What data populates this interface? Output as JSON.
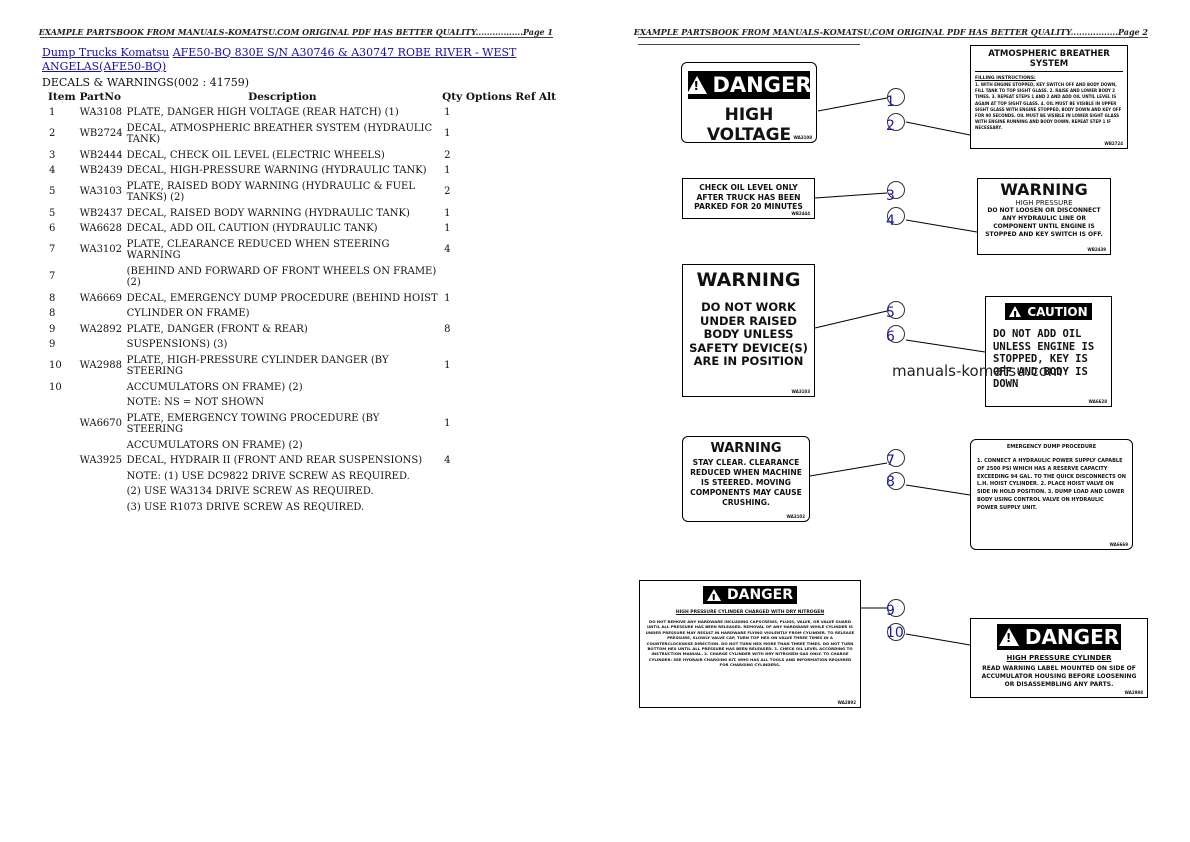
{
  "headers": {
    "page1": "EXAMPLE PARTSBOOK FROM MANUALS-KOMATSU.COM ORIGINAL PDF HAS BETTER QUALITY.................Page 1",
    "page2": "EXAMPLE PARTSBOOK FROM MANUALS-KOMATSU.COM ORIGINAL PDF HAS BETTER QUALITY.................Page 2"
  },
  "breadcrumb": {
    "link1": "Dump Trucks Komatsu",
    "link2": "AFE50-BQ 830E S/N A30746 & A30747 ROBE RIVER - WEST ANGELAS(AFE50-BQ)"
  },
  "subtitle": "DECALS & WARNINGS(002 : 41759)",
  "table": {
    "headers": {
      "item": "Item",
      "part": "PartNo",
      "desc": "Description",
      "qty": "Qty",
      "opt": "Options",
      "ref": "Ref",
      "alt": "Alt"
    },
    "rows": [
      {
        "item": "1",
        "part": "WA3108",
        "desc": "PLATE, DANGER HIGH VOLTAGE (REAR HATCH) (1)",
        "qty": "1"
      },
      {
        "item": "2",
        "part": "WB2724",
        "desc": "DECAL, ATMOSPHERIC BREATHER SYSTEM (HYDRAULIC TANK)",
        "qty": "1"
      },
      {
        "item": "3",
        "part": "WB2444",
        "desc": "DECAL, CHECK OIL LEVEL (ELECTRIC WHEELS)",
        "qty": "2"
      },
      {
        "item": "4",
        "part": "WB2439",
        "desc": "DECAL, HIGH-PRESSURE WARNING (HYDRAULIC TANK)",
        "qty": "1"
      },
      {
        "item": "5",
        "part": "WA3103",
        "desc": "PLATE, RAISED BODY WARNING (HYDRAULIC & FUEL TANKS) (2)",
        "qty": "2"
      },
      {
        "item": "5",
        "part": "WB2437",
        "desc": "DECAL, RAISED BODY WARNING (HYDRAULIC TANK)",
        "qty": "1"
      },
      {
        "item": "6",
        "part": "WA6628",
        "desc": "DECAL, ADD OIL CAUTION (HYDRAULIC TANK)",
        "qty": "1"
      },
      {
        "item": "7",
        "part": "WA3102",
        "desc": "PLATE, CLEARANCE REDUCED WHEN STEERING WARNING",
        "qty": "4"
      },
      {
        "item": "7",
        "part": "",
        "desc": "(BEHIND AND FORWARD OF FRONT WHEELS ON FRAME) (2)",
        "qty": ""
      },
      {
        "item": "8",
        "part": "WA6669",
        "desc": "DECAL, EMERGENCY DUMP PROCEDURE (BEHIND HOIST",
        "qty": "1"
      },
      {
        "item": "8",
        "part": "",
        "desc": "CYLINDER ON FRAME)",
        "qty": ""
      },
      {
        "item": "9",
        "part": "WA2892",
        "desc": "PLATE, DANGER (FRONT & REAR)",
        "qty": "8"
      },
      {
        "item": "9",
        "part": "",
        "desc": "SUSPENSIONS) (3)",
        "qty": ""
      },
      {
        "item": "10",
        "part": "WA2988",
        "desc": "PLATE, HIGH-PRESSURE CYLINDER DANGER (BY STEERING",
        "qty": "1"
      },
      {
        "item": "10",
        "part": "",
        "desc": "ACCUMULATORS ON FRAME) (2)",
        "qty": ""
      },
      {
        "item": "",
        "part": "",
        "desc": "NOTE: NS = NOT SHOWN",
        "qty": ""
      },
      {
        "item": "",
        "part": "WA6670",
        "desc": "PLATE, EMERGENCY TOWING PROCEDURE (BY STEERING",
        "qty": "1"
      },
      {
        "item": "",
        "part": "",
        "desc": "ACCUMULATORS ON FRAME) (2)",
        "qty": ""
      },
      {
        "item": "",
        "part": "WA3925",
        "desc": "DECAL, HYDRAIR II (FRONT AND REAR SUSPENSIONS)",
        "qty": "4"
      },
      {
        "item": "",
        "part": "",
        "desc": "NOTE: (1) USE DC9822 DRIVE SCREW AS REQUIRED.",
        "qty": ""
      },
      {
        "item": "",
        "part": "",
        "desc": "(2) USE WA3134 DRIVE SCREW AS REQUIRED.",
        "qty": ""
      },
      {
        "item": "",
        "part": "",
        "desc": "(3) USE R1073 DRIVE SCREW AS REQUIRED.",
        "qty": ""
      }
    ]
  },
  "watermark": "manuals-komatsu.com",
  "callouts": [
    "1",
    "2",
    "3",
    "4",
    "5",
    "6",
    "7",
    "8",
    "9",
    "10"
  ],
  "decals": {
    "d1": {
      "banner": "DANGER",
      "text": "HIGH VOLTAGE",
      "code": "WA3108"
    },
    "d2": {
      "title": "ATMOSPHERIC BREATHER SYSTEM",
      "sub": "FILLING INSTRUCTIONS:",
      "text": "1. WITH ENGINE STOPPED, KEY SWITCH OFF AND BODY DOWN, FILL TANK TO TOP SIGHT GLASS. 2. RAISE AND LOWER BODY 2 TIMES. 3. REPEAT STEPS 1 AND 2 AND ADD OIL UNTIL LEVEL IS AGAIN AT TOP SIGHT GLASS. 4. OIL MUST BE VISIBLE IN UPPER SIGHT GLASS WITH ENGINE STOPPED, BODY DOWN AND KEY OFF FOR 90 SECONDS. OIL MUST BE VISIBLE IN LOWER SIGHT GLASS WITH ENGINE RUNNING AND BODY DOWN. REPEAT STEP 1 IF NECESSARY.",
      "code": "WB2724"
    },
    "d3": {
      "text": "CHECK OIL LEVEL ONLY AFTER TRUCK HAS BEEN PARKED FOR 20 MINUTES",
      "code": "WB2444"
    },
    "d4": {
      "title": "WARNING",
      "sub": "HIGH PRESSURE",
      "text": "DO NOT LOOSEN OR DISCONNECT ANY HYDRAULIC LINE OR COMPONENT UNTIL ENGINE IS STOPPED AND KEY SWITCH IS OFF.",
      "code": "WB2439"
    },
    "d5": {
      "title": "WARNING",
      "text": "DO NOT WORK UNDER RAISED BODY UNLESS SAFETY DEVICE(S) ARE IN POSITION",
      "code": "WA3103"
    },
    "d6": {
      "banner": "CAUTION",
      "text": "DO NOT ADD OIL UNLESS ENGINE IS STOPPED, KEY IS OFF AND BODY IS DOWN",
      "code": "WA6628"
    },
    "d7": {
      "title": "WARNING",
      "text": "STAY CLEAR. CLEARANCE REDUCED WHEN MACHINE IS STEERED. MOVING COMPONENTS MAY CAUSE CRUSHING.",
      "code": "WA3102"
    },
    "d8": {
      "title": "EMERGENCY DUMP PROCEDURE",
      "text": "1. CONNECT A HYDRAULIC POWER SUPPLY CAPABLE OF 2500 PSI WHICH HAS A RESERVE CAPACITY EXCEEDING 94 GAL. TO THE QUICK DISCONNECTS ON L.H. HOIST CYLINDER. 2. PLACE HOIST VALVE ON SIDE IN HOLD POSITION. 3. DUMP LOAD AND LOWER BODY USING CONTROL VALVE ON HYDRAULIC POWER SUPPLY UNIT.",
      "code": "WA6669"
    },
    "d9": {
      "banner": "DANGER",
      "sub": "HIGH PRESSURE CYLINDER CHARGED WITH DRY NITROGEN",
      "text": "DO NOT REMOVE ANY HARDWARE INCLUDING CAPSCREWS, PLUGS, VALVE, OR VALVE GUARD UNTIL ALL PRESSURE HAS BEEN RELEASED. REMOVAL OF ANY HARDWARE WHILE CYLINDER IS UNDER PRESSURE MAY RESULT IN HARDWARE FLYING VIOLENTLY FROM CYLINDER. TO RELEASE PRESSURE, SLOWLY VALVE CAP, TURN TOP HEX ON VALVE THREE TIMES IN A COUNTERCLOCKWISE DIRECTION. DO NOT TURN HEX MORE THAN THREE TIMES. DO NOT TURN BOTTOM HEX UNTIL ALL PRESSURE HAS BEEN RELEASED. 1. CHECK OIL LEVEL ACCORDING TO INSTRUCTION MANUAL. 2. CHARGE CYLINDER WITH DRY NITROGEN GAS ONLY. TO CHARGE CYLINDER: SEE HYDRAIR CHARGING KIT. WHO HAS ALL TOOLS AND INFORMATION REQUIRED FOR CHARGING CYLINDERS.",
      "code": "WA2892"
    },
    "d10": {
      "banner": "DANGER",
      "sub": "HIGH PRESSURE CYLINDER",
      "text": "READ WARNING LABEL MOUNTED ON SIDE OF ACCUMULATOR HOUSING BEFORE LOOSENING OR DISASSEMBLING ANY PARTS.",
      "code": "WA2988"
    }
  }
}
